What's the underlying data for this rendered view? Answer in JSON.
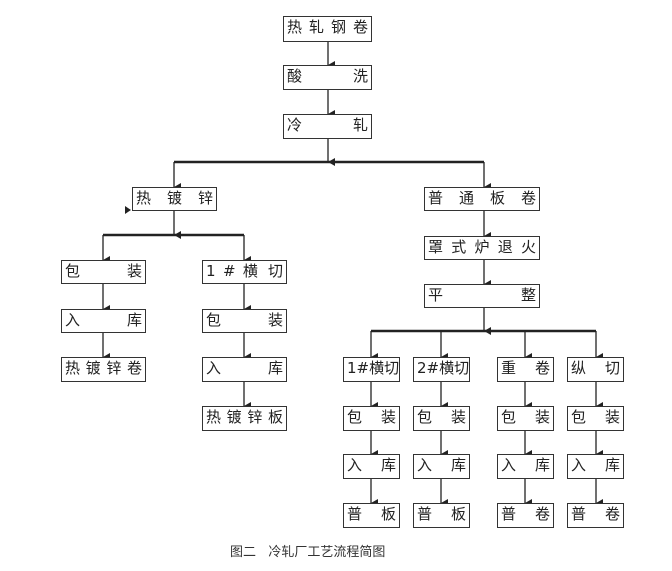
{
  "diagram": {
    "nodes": {
      "hot_rolled_coil": "热轧钢卷",
      "pickling": "酸 洗",
      "cold_rolling": "冷 轧",
      "hot_dip_galvanizing": "热 镀 锌",
      "ordinary_coil": "普 通 板 卷",
      "galv_packing": "包 装",
      "galv_storage": "入 库",
      "galv_coil": "热镀锌卷",
      "galv_cut1": "1 # 横 切",
      "galv_cut1_packing": "包 装",
      "galv_cut1_storage": "入 库",
      "galv_sheet": "热镀锌板",
      "bell_annealing": "罩式炉退火",
      "temper_rolling": "平 整",
      "cut1": "1#横切",
      "cut2": "2#横切",
      "recoil": "重 卷",
      "slit": "纵 切",
      "cut1_packing": "包 装",
      "cut2_packing": "包 装",
      "recoil_packing": "包 装",
      "slit_packing": "包 装",
      "cut1_storage": "入 库",
      "cut2_storage": "入 库",
      "recoil_storage": "入 库",
      "slit_storage": "入 库",
      "cut1_product": "普 板",
      "cut2_product": "普 板",
      "recoil_product": "普 卷",
      "slit_product": "普 卷"
    },
    "caption": "图二   冷轧厂工艺流程简图"
  }
}
